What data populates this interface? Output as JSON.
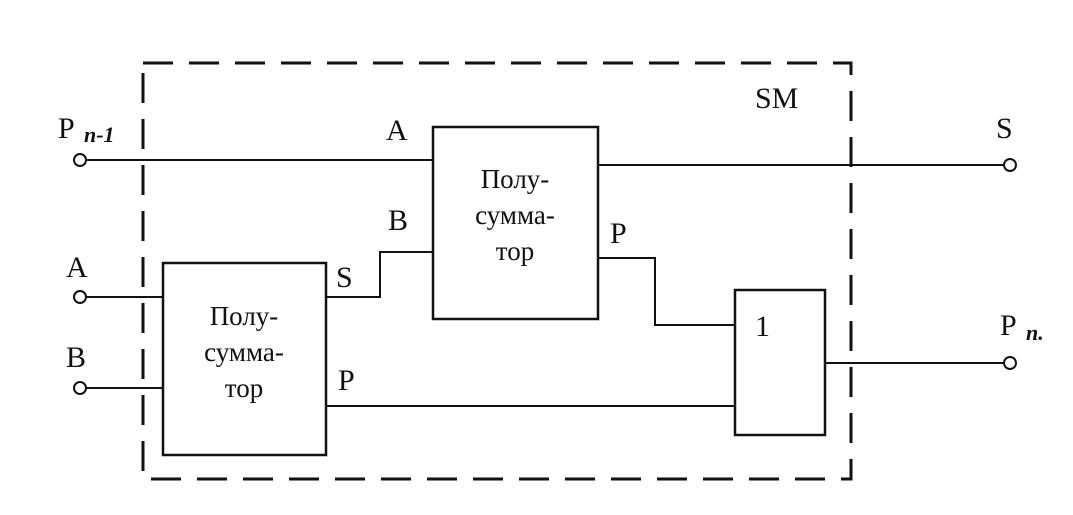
{
  "diagram": {
    "module_label": "SM",
    "inputs": {
      "carry_in": {
        "main": "P",
        "sub": "n-1"
      },
      "a": "A",
      "b": "B"
    },
    "outputs": {
      "sum": "S",
      "carry_out": {
        "main": "P",
        "sub": "n."
      }
    },
    "half_adder_1": {
      "lines": [
        "Полу-",
        "сумма-",
        "тор"
      ],
      "out_s": "S",
      "out_p": "P"
    },
    "half_adder_2": {
      "lines": [
        "Полу-",
        "сумма-",
        "тор"
      ],
      "in_a": "A",
      "in_b": "B",
      "out_p": "P"
    },
    "or_gate": {
      "symbol": "1"
    }
  }
}
